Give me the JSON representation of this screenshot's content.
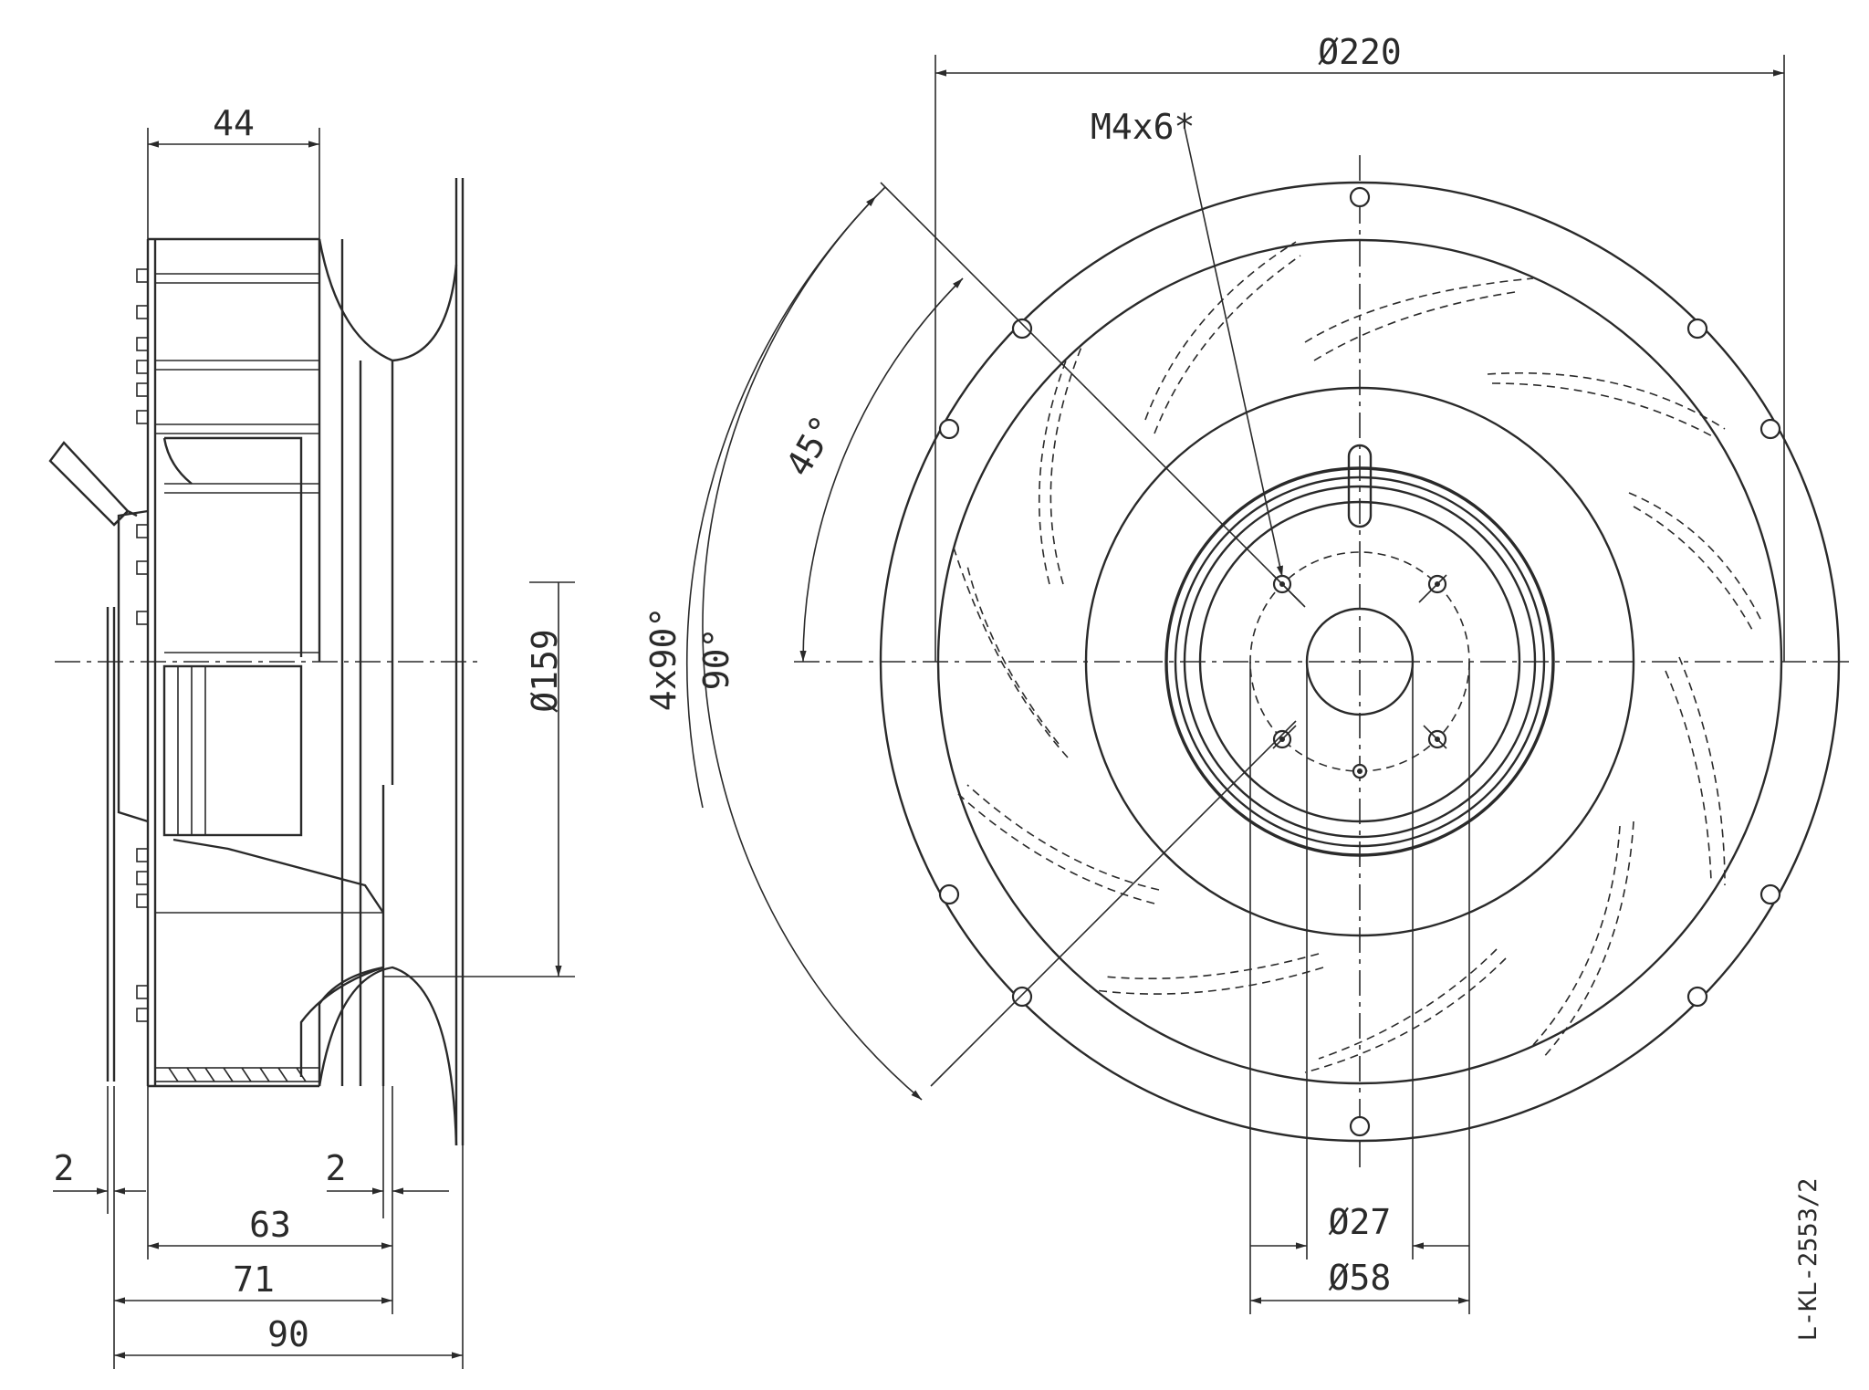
{
  "drawing_id": "L-KL-2553/2",
  "side_view": {
    "dim_44": "44",
    "dim_159": "Ø159",
    "dim_2_left": "2",
    "dim_2_right": "2",
    "dim_63": "63",
    "dim_71": "71",
    "dim_90": "90"
  },
  "front_view": {
    "dim_220": "Ø220",
    "thread_callout": "M4x6*",
    "angle_45": "45°",
    "angle_90": "90°",
    "angle_4x90": "4x90°",
    "dim_27": "Ø27",
    "dim_58": "Ø58"
  },
  "colors": {
    "line": "#2a2a2a",
    "background": "#ffffff"
  }
}
